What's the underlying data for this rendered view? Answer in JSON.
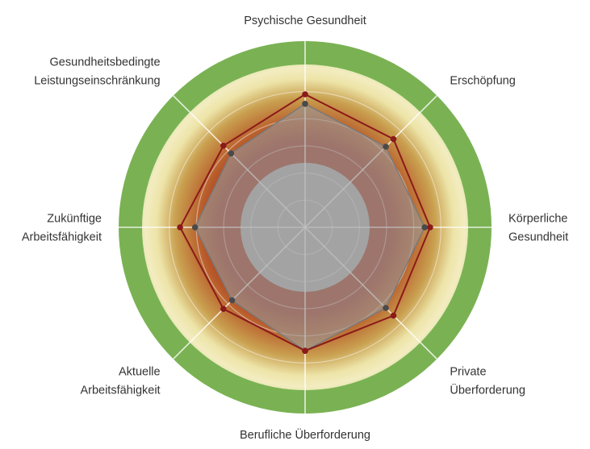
{
  "chart_data": {
    "type": "radar",
    "axes": [
      [
        "Psychische Gesundheit"
      ],
      [
        "Erschöpfung"
      ],
      [
        "Körperliche",
        "Gesundheit"
      ],
      [
        "Private",
        "Überforderung"
      ],
      [
        "Berufliche Überforderung"
      ],
      [
        "Aktuelle",
        "Arbeitsfähigkeit"
      ],
      [
        "Zukünftige",
        "Arbeitsfähigkeit"
      ],
      [
        "Gesundheitsbedingte",
        "Leistungseinschränkung"
      ]
    ],
    "scale": {
      "min": 0,
      "max": 6,
      "grid_rings": [
        1,
        2,
        3,
        4,
        5,
        6
      ]
    },
    "series": [
      {
        "values": [
          4.9,
          4.6,
          4.6,
          4.6,
          4.55,
          4.25,
          4.6,
          4.25
        ],
        "color": "#8b1a1a",
        "style": "line-markers"
      },
      {
        "values": [
          4.55,
          4.2,
          4.4,
          4.2,
          4.55,
          3.8,
          4.05,
          3.85
        ],
        "color": "#6b6b6b",
        "style": "filled"
      }
    ],
    "background_zones": {
      "inner_circle": "#b2b2b2",
      "gradient": [
        "#a33a22",
        "#b85a2a",
        "#c9a050",
        "#ede4a8",
        "#f3ecc0",
        "#cfe0a0",
        "#79b04e"
      ],
      "outer_band": "#7ab253"
    },
    "grid": true,
    "legend": "none"
  }
}
